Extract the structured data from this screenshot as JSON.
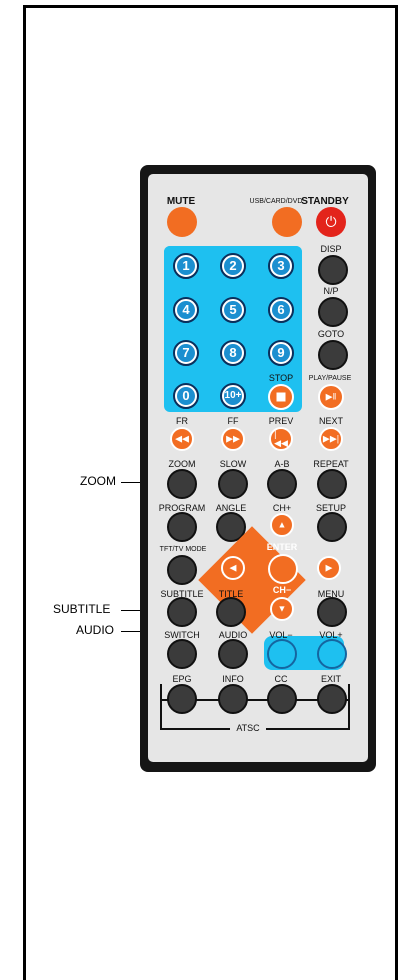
{
  "callouts": {
    "zoom": "ZOOM",
    "subtitle": "SUBTITLE",
    "audio": "AUDIO"
  },
  "labels": {
    "mute": "MUTE",
    "usb": "USB/CARD/DVD",
    "standby": "STANDBY",
    "disp": "DISP",
    "np": "N/P",
    "goto": "GOTO",
    "stop": "STOP",
    "play_pause": "PLAY/PAUSE",
    "fr": "FR",
    "ff": "FF",
    "prev": "PREV",
    "next": "NEXT",
    "zoom": "ZOOM",
    "slow": "SLOW",
    "ab": "A-B",
    "repeat": "REPEAT",
    "program": "PROGRAM",
    "angle": "ANGLE",
    "ch_plus": "CH+",
    "setup": "SETUP",
    "tft": "TFT/TV MODE",
    "enter": "ENTER",
    "subtitle": "SUBTITLE",
    "title": "TITLE",
    "ch_minus": "CH−",
    "menu": "MENU",
    "switch": "SWITCH",
    "audio": "AUDIO",
    "vol_minus": "VOL−",
    "vol_plus": "VOL+",
    "epg": "EPG",
    "info": "INFO",
    "cc": "CC",
    "exit": "EXIT",
    "atsc": "ATSC"
  },
  "digits": [
    "1",
    "2",
    "3",
    "4",
    "5",
    "6",
    "7",
    "8",
    "9",
    "0",
    "10+"
  ],
  "colors": {
    "accent_orange": "#f26d22",
    "cyan": "#1ec0f0",
    "standby_red": "#e3241b",
    "body": "#151515"
  }
}
